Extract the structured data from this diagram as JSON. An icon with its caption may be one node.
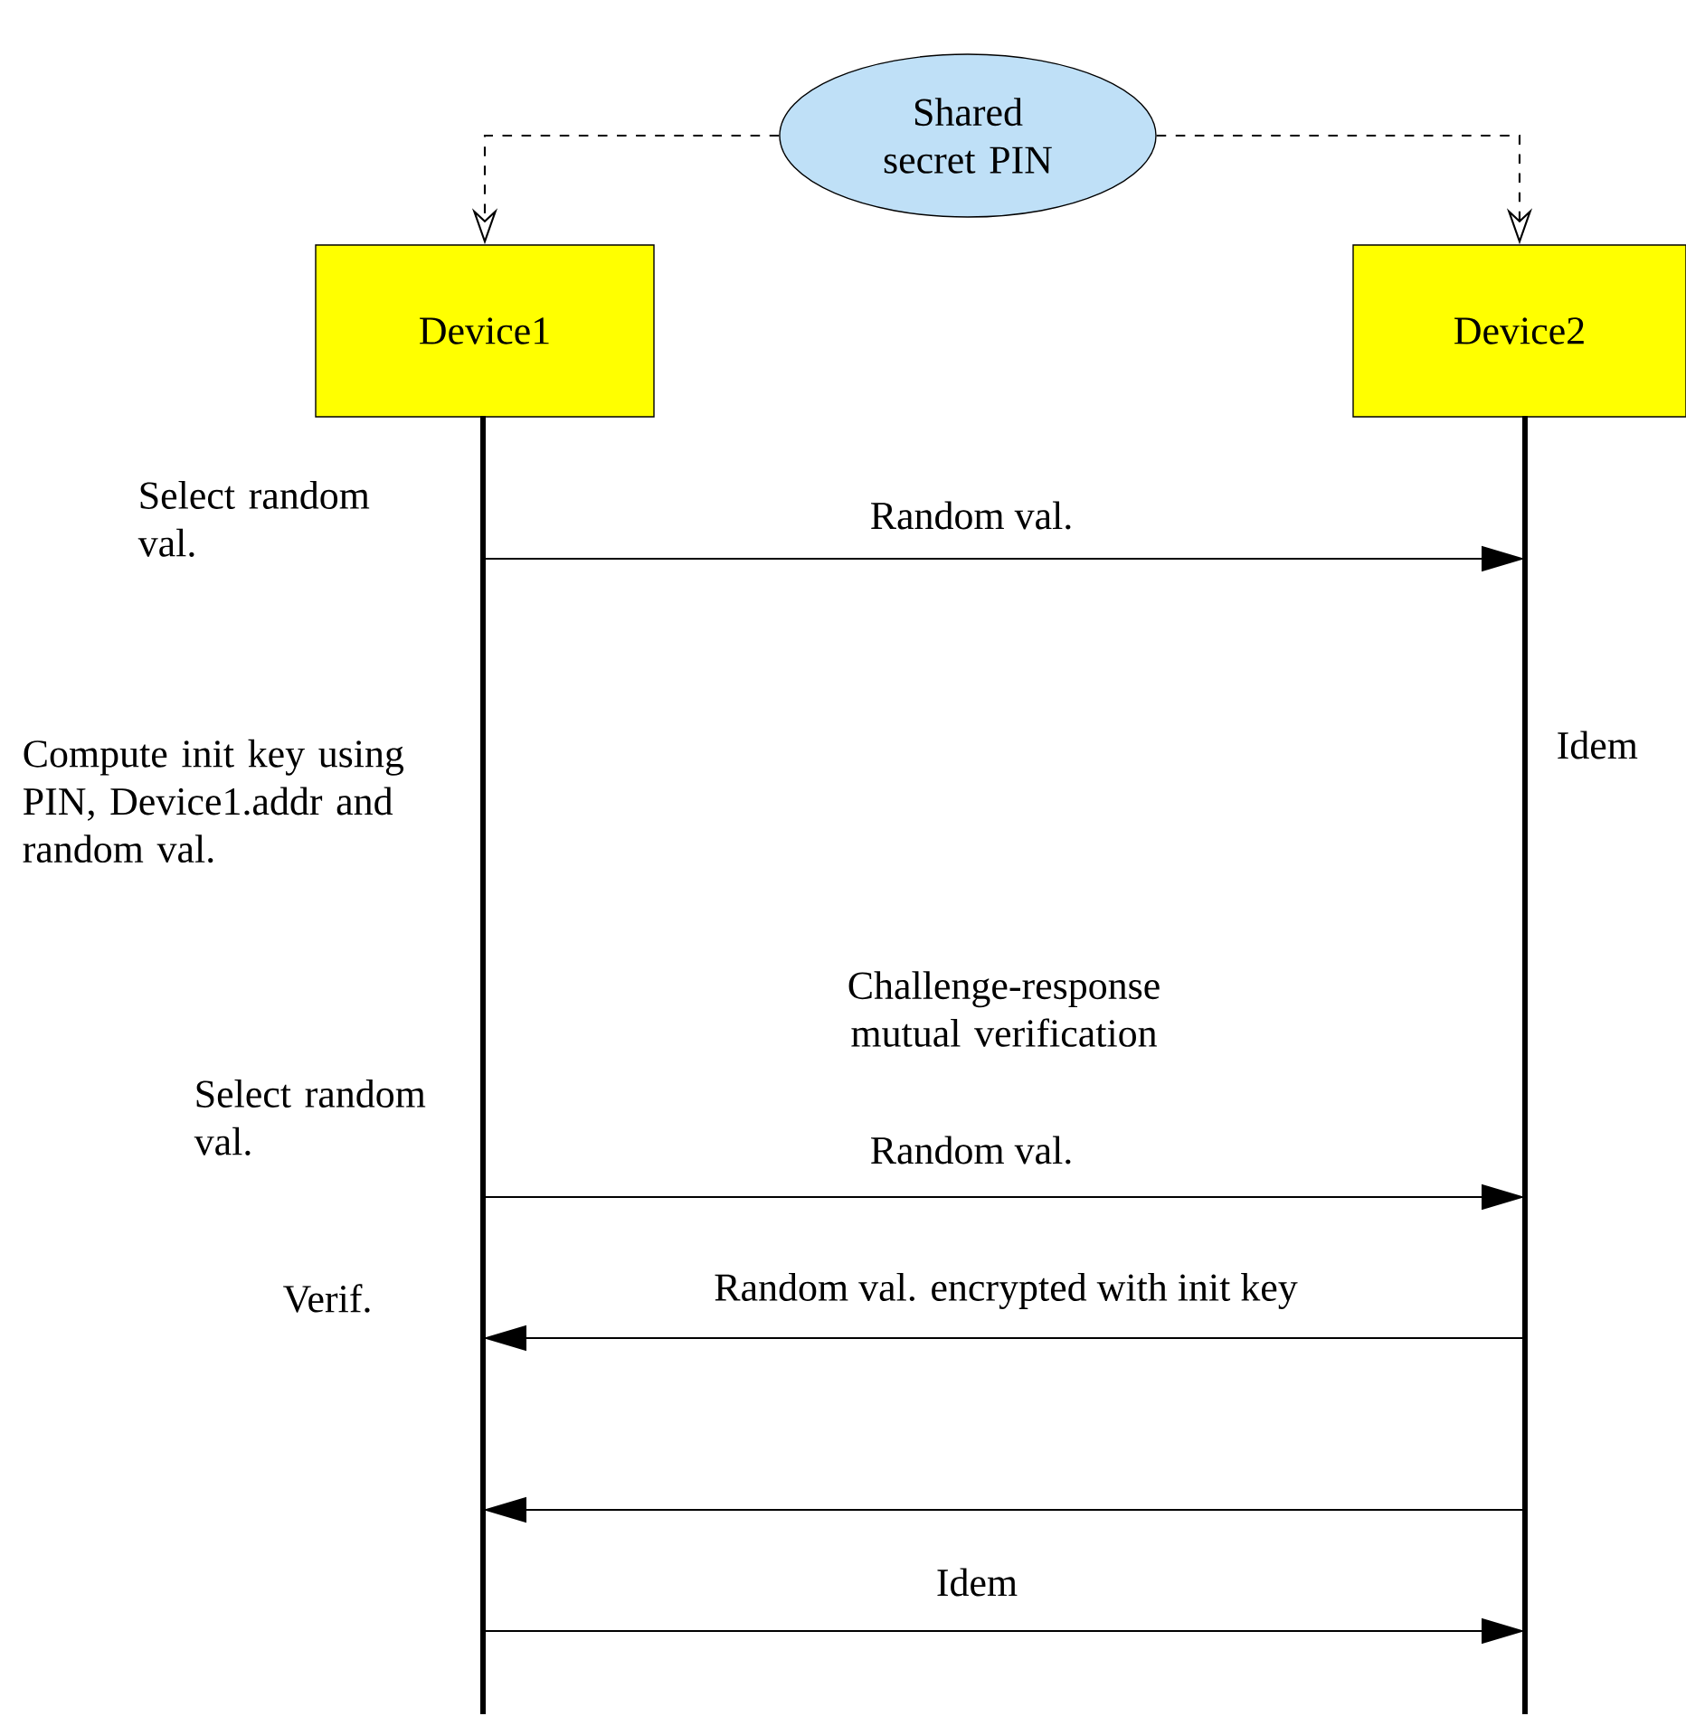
{
  "diagram": {
    "nodes": [
      {
        "text": [
          "Shared secret PIN"
        ]
      },
      {
        "text": [
          "Device1"
        ]
      },
      {
        "text": [
          "Device2"
        ]
      },
      {
        "text": [],
        "shape": "bar"
      },
      {
        "text": [],
        "shape": "bar"
      }
    ],
    "edges": [
      {
        "from": 0,
        "to": 1,
        "arrow": "to",
        "style": "dashed"
      },
      {
        "from": 0,
        "to": 2,
        "arrow": "to",
        "style": "dashed"
      },
      {
        "from": 3,
        "to": 4,
        "arrow": "to",
        "label": "Random val."
      },
      {
        "from": 3,
        "to": 4,
        "arrow": "to",
        "label": "Random val."
      },
      {
        "from": 4,
        "to": 3,
        "arrow": "to",
        "label": "Random val. encrypted with init key"
      },
      {
        "from": 4,
        "to": 3,
        "arrow": "to"
      },
      {
        "from": 3,
        "to": 4,
        "arrow": "to",
        "label": "Idem"
      }
    ],
    "labels": [
      "Select random val.",
      "Compute init key using PIN, Device1.addr and random val.",
      "Idem",
      "Challenge-response mutual verification",
      "Select random val.",
      "Verif."
    ]
  }
}
